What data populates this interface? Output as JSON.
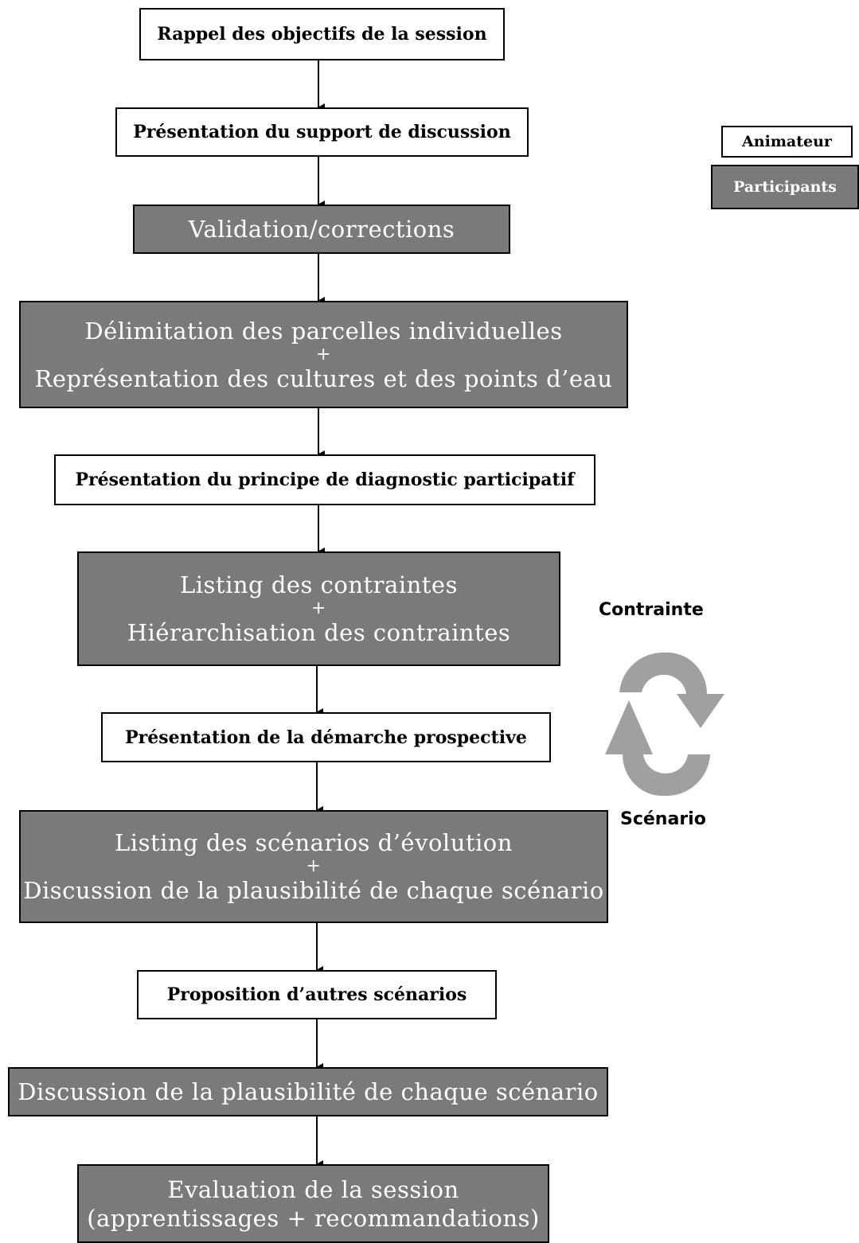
{
  "steps": [
    {
      "id": "s1",
      "role": "animateur",
      "lines": [
        "Rappel des objectifs de la session"
      ]
    },
    {
      "id": "s2",
      "role": "animateur",
      "lines": [
        "Présentation du support de discussion"
      ]
    },
    {
      "id": "s3",
      "role": "participants",
      "lines": [
        "Validation/corrections"
      ]
    },
    {
      "id": "s4",
      "role": "participants",
      "lines": [
        "Délimitation des parcelles individuelles",
        "+",
        "Représentation des cultures et des points d’eau"
      ]
    },
    {
      "id": "s5",
      "role": "animateur",
      "lines": [
        "Présentation du principe de diagnostic participatif"
      ]
    },
    {
      "id": "s6",
      "role": "participants",
      "lines": [
        "Listing des contraintes",
        "+",
        "Hiérarchisation des contraintes"
      ]
    },
    {
      "id": "s7",
      "role": "animateur",
      "lines": [
        "Présentation de la démarche prospective"
      ]
    },
    {
      "id": "s8",
      "role": "participants",
      "lines": [
        "Listing des scénarios d’évolution",
        "+",
        "Discussion de la plausibilité de chaque scénario"
      ]
    },
    {
      "id": "s9",
      "role": "animateur",
      "lines": [
        "Proposition d’autres scénarios"
      ]
    },
    {
      "id": "s10",
      "role": "participants",
      "lines": [
        "Discussion de la plausibilité de chaque scénario"
      ]
    },
    {
      "id": "s11",
      "role": "participants",
      "lines": [
        "Evaluation de la session",
        "(apprentissages + recommandations)"
      ]
    }
  ],
  "legend": {
    "animateur": "Animateur",
    "participants": "Participants"
  },
  "cycle": {
    "top_label": "Contrainte",
    "bottom_label": "Scénario"
  },
  "colors": {
    "animateur_fill": "#ffffff",
    "participants_fill": "#7a7a7a",
    "cycle_arrow": "#a0a0a0"
  }
}
